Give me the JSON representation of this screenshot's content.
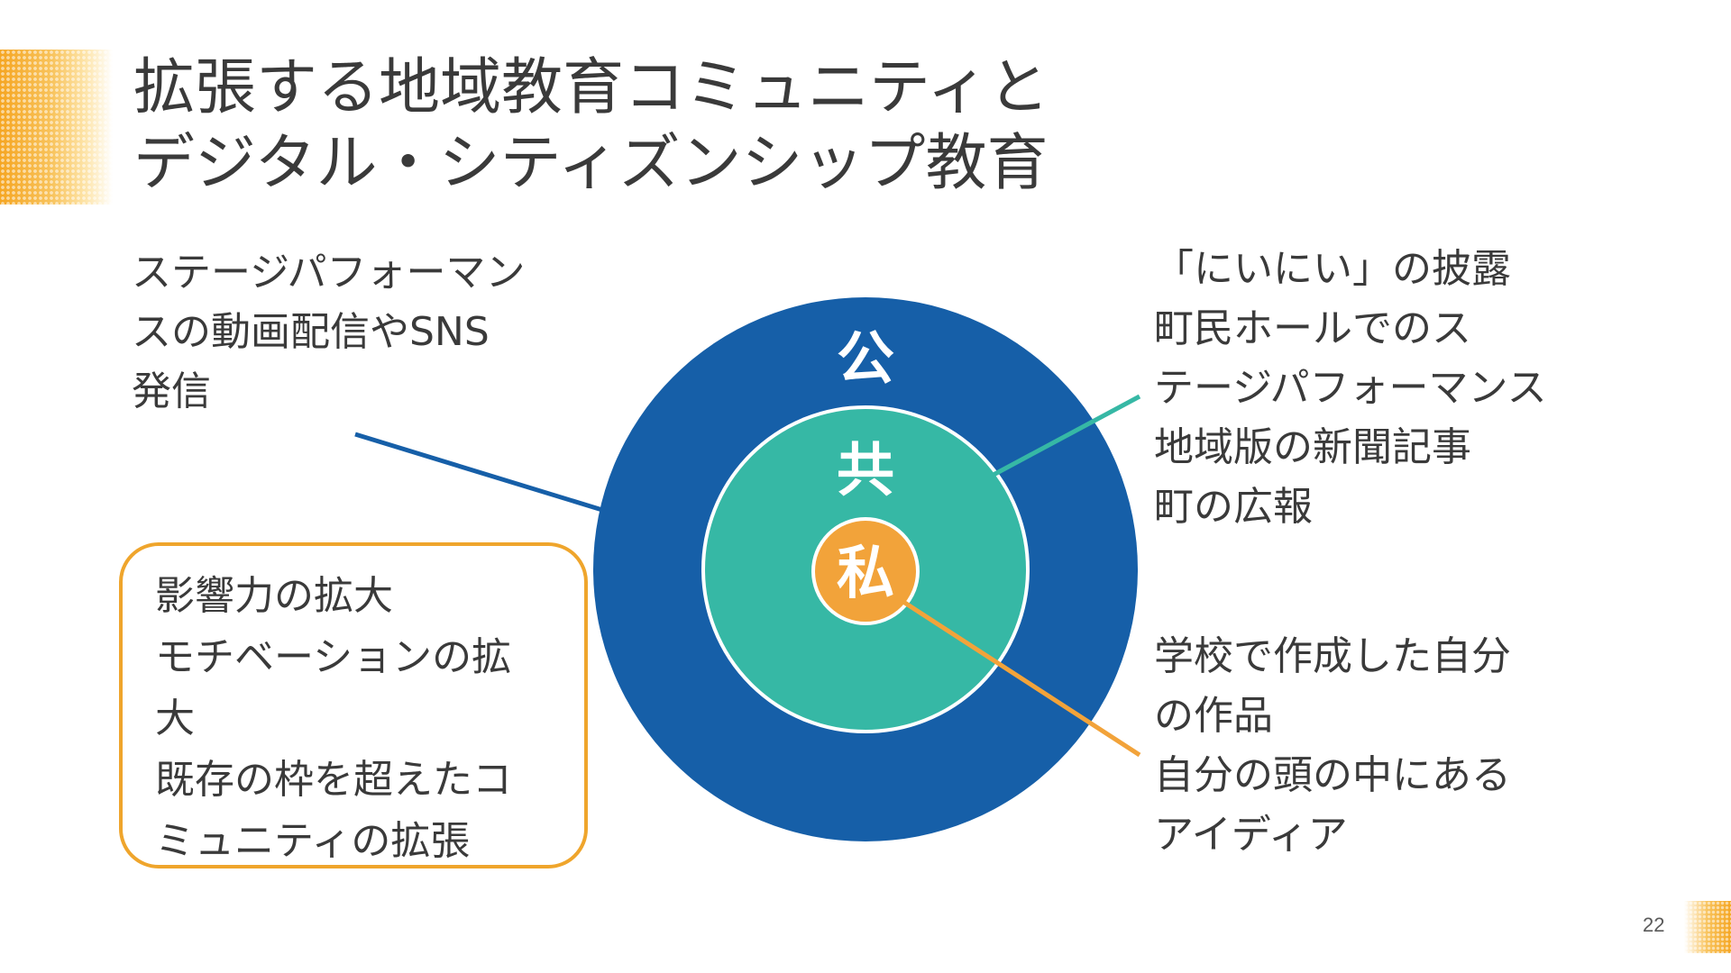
{
  "title": {
    "line1": "拡張する地域教育コミュニティと",
    "line2": "デジタル・シティズンシップ教育"
  },
  "diagram": {
    "outer_label": "公",
    "middle_label": "共",
    "inner_label": "私",
    "colors": {
      "outer": "#165fa8",
      "middle": "#36b8a5",
      "inner": "#f2a33a",
      "box_border": "#efa52c"
    }
  },
  "public_callout": {
    "lines": [
      "ステージパフォーマン",
      "スの動画配信やSNS",
      "発信"
    ]
  },
  "common_callout": {
    "lines": [
      "「にいにい」の披露",
      "町民ホールでのス",
      "テージパフォーマンス",
      "地域版の新聞記事",
      "町の広報"
    ]
  },
  "private_callout": {
    "lines": [
      "学校で作成した自分",
      "の作品",
      "自分の頭の中にある",
      "アイディア"
    ]
  },
  "effects_box": {
    "lines": [
      "影響力の拡大",
      "モチベーションの拡",
      "大",
      "既存の枠を超えたコ",
      "ミュニティの拡張"
    ]
  },
  "page_number": "22"
}
